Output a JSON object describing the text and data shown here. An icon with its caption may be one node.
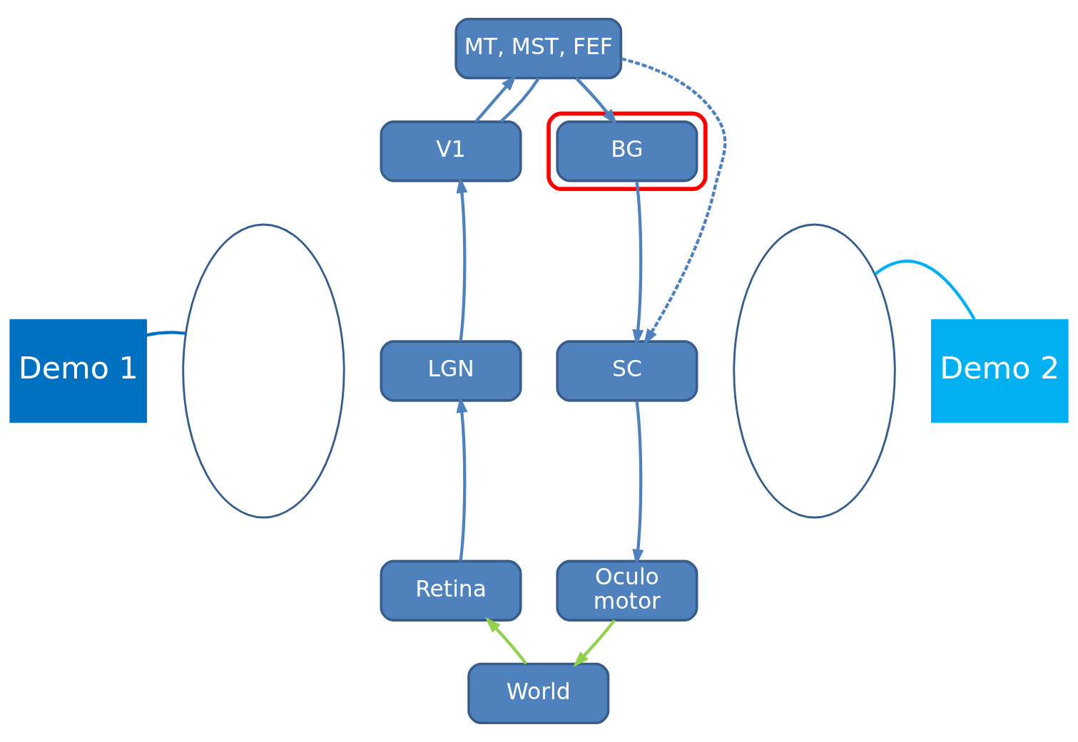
{
  "diagram": {
    "nodes": [
      {
        "text": [],
        "shape": "ellipse"
      },
      {
        "text": [],
        "shape": "ellipse"
      },
      {
        "text": [
          "MT, MST, FEF"
        ]
      },
      {
        "text": [
          "V1"
        ]
      },
      {
        "text": [],
        "shape": "ellipse"
      },
      {
        "text": [
          "BG"
        ],
        "in": 4
      },
      {
        "text": [
          "LGN"
        ]
      },
      {
        "text": [
          "SC"
        ]
      },
      {
        "text": [
          "Demo 1"
        ]
      },
      {
        "text": [
          "Demo 2"
        ]
      },
      {
        "text": [
          "Retina"
        ]
      },
      {
        "text": [
          "Oculo motor"
        ]
      },
      {
        "text": [
          "World"
        ]
      }
    ],
    "edges": [
      {
        "from": 3,
        "to": 2,
        "arrow": "to"
      },
      {
        "from": 2,
        "to": 3,
        "arrow": "none"
      },
      {
        "from": 6,
        "to": 3,
        "arrow": "to"
      },
      {
        "from": 10,
        "to": 6,
        "arrow": "to"
      },
      {
        "from": 2,
        "to": 5,
        "arrow": "to"
      },
      {
        "from": 2,
        "to": 7,
        "arrow": "to",
        "style": "dashed"
      },
      {
        "from": 5,
        "to": 7,
        "arrow": "to"
      },
      {
        "from": 7,
        "to": 11,
        "arrow": "to"
      },
      {
        "from": 11,
        "to": 12,
        "arrow": "to",
        "color": "#92d050"
      },
      {
        "from": 12,
        "to": 10,
        "arrow": "to",
        "color": "#92d050"
      },
      {
        "from": 8,
        "to": 0,
        "arrow": "none",
        "color": "#0070c0"
      },
      {
        "from": 9,
        "to": 1,
        "arrow": "none",
        "color": "#00b0f0"
      }
    ]
  }
}
